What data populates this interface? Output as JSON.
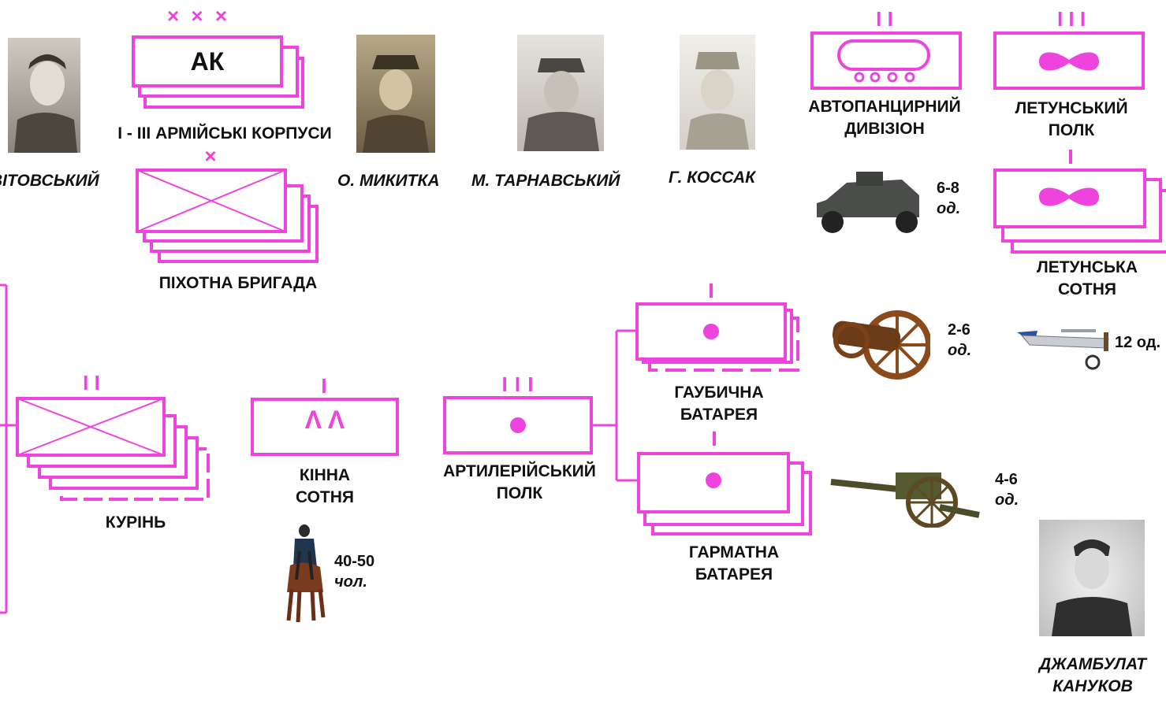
{
  "accent_color": "#ee44dd",
  "symbols": {
    "ak_text": "АК",
    "corps_echelon": "× × ×",
    "brigade_echelon": "×",
    "battalion_echelon": "I I",
    "company_echelon": "I",
    "regiment_echelon": "I I I",
    "cavalry_symbol": "Λ Λ"
  },
  "units": {
    "corps": "I - III АРМІЙСЬКІ КОРПУСИ",
    "brigade": "ПІХОТНА БРИГАДА",
    "battalion": "КУРІНЬ",
    "cavalry_line1": "КІННА",
    "cavalry_line2": "СОТНЯ",
    "artillery_line1": "АРТИЛЕРІЙСЬКИЙ",
    "artillery_line2": "ПОЛК",
    "howitzer_line1": "ГАУБИЧНА",
    "howitzer_line2": "БАТАРЕЯ",
    "gun_line1": "ГАРМАТНА",
    "gun_line2": "БАТАРЕЯ",
    "armored_line1": "АВТОПАНЦИРНИЙ",
    "armored_line2": "ДИВІЗІОН",
    "air_regiment_line1": "ЛЕТУНСЬКИЙ",
    "air_regiment_line2": "ПОЛК",
    "air_squadron_line1": "ЛЕТУНСЬКА",
    "air_squadron_line2": "СОТНЯ"
  },
  "commanders": {
    "c1": "ВІТОВСЬКИЙ",
    "c2": "О. МИКИТКА",
    "c3": "М. ТАРНАВСЬКИЙ",
    "c4": "Г. КОССАК",
    "c5_line1": "ДЖАМБУЛАТ",
    "c5_line2": "КАНУКОВ"
  },
  "quantities": {
    "armored_num": "6-8",
    "armored_unit": "од.",
    "howitzer_num": "2-6",
    "howitzer_unit": "од.",
    "gun_num": "4-6",
    "gun_unit": "од.",
    "cavalry_num": "40-50",
    "cavalry_unit": "чол.",
    "aircraft": "12 од."
  }
}
